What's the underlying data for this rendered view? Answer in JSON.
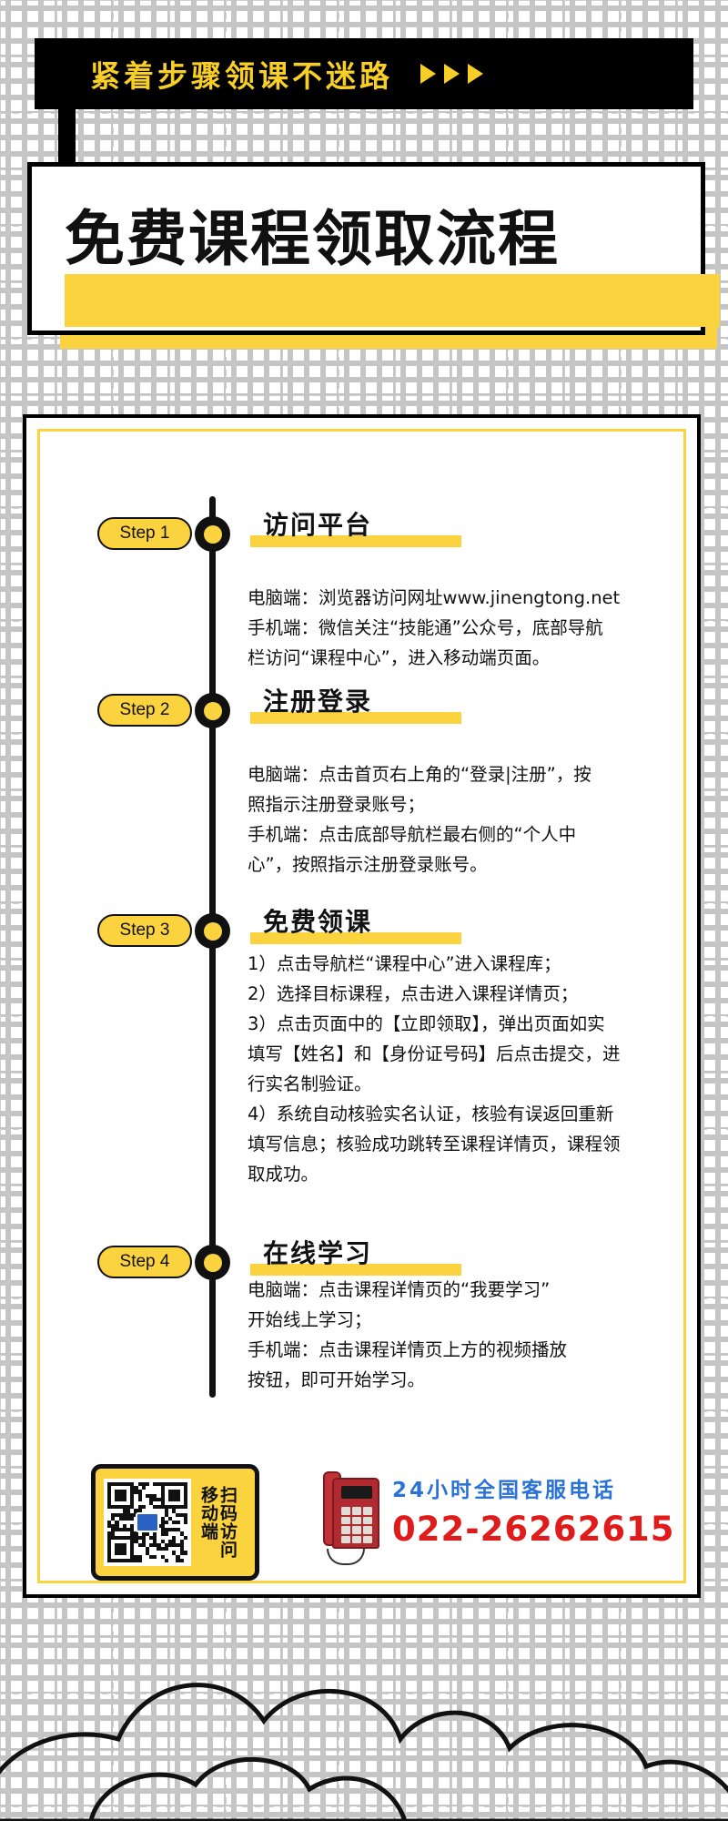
{
  "ribbon": {
    "text": "紧着步骤领课不迷路",
    "arrow_count": 3,
    "bg_color": "#000000",
    "text_color": "#F8CF26"
  },
  "title": {
    "main": "免费课程领取流程",
    "highlight_color": "#FBD33E"
  },
  "steps": [
    {
      "pill": "Step 1",
      "heading": "访问平台",
      "lines": [
        "电脑端：浏览器访问网址www.jinengtong.net",
        "手机端：微信关注“技能通”公众号，底部导航",
        "栏访问“课程中心”，进入移动端页面。"
      ]
    },
    {
      "pill": "Step 2",
      "heading": "注册登录",
      "lines": [
        "电脑端：点击首页右上角的“登录|注册”，按",
        "照指示注册登录账号；",
        "手机端：点击底部导航栏最右侧的“个人中",
        "心”，按照指示注册登录账号。"
      ]
    },
    {
      "pill": "Step 3",
      "heading": "免费领课",
      "lines": [
        "1）点击导航栏“课程中心”进入课程库；",
        "2）选择目标课程，点击进入课程详情页；",
        "3）点击页面中的【立即领取】，弹出页面如实",
        "填写【姓名】和【身份证号码】后点击提交，进",
        "行实名制验证。",
        "4）系统自动核验实名认证，核验有误返回重新",
        "填写信息；核验成功跳转至课程详情页，课程领",
        "取成功。"
      ]
    },
    {
      "pill": "Step 4",
      "heading": "在线学习",
      "lines": [
        "电脑端：点击课程详情页的“我要学习”",
        "开始线上学习；",
        "手机端：点击课程详情页上方的视频播放",
        "按钮，即可开始学习。"
      ]
    }
  ],
  "qr": {
    "vertical_text_1": "扫码访问",
    "vertical_text_2": "移动端",
    "bg_color": "#FBD33E"
  },
  "contact": {
    "label": "24小时全国客服电话",
    "number": "022-26262615",
    "label_color": "#2a72d6",
    "number_color": "#e01b1b"
  }
}
